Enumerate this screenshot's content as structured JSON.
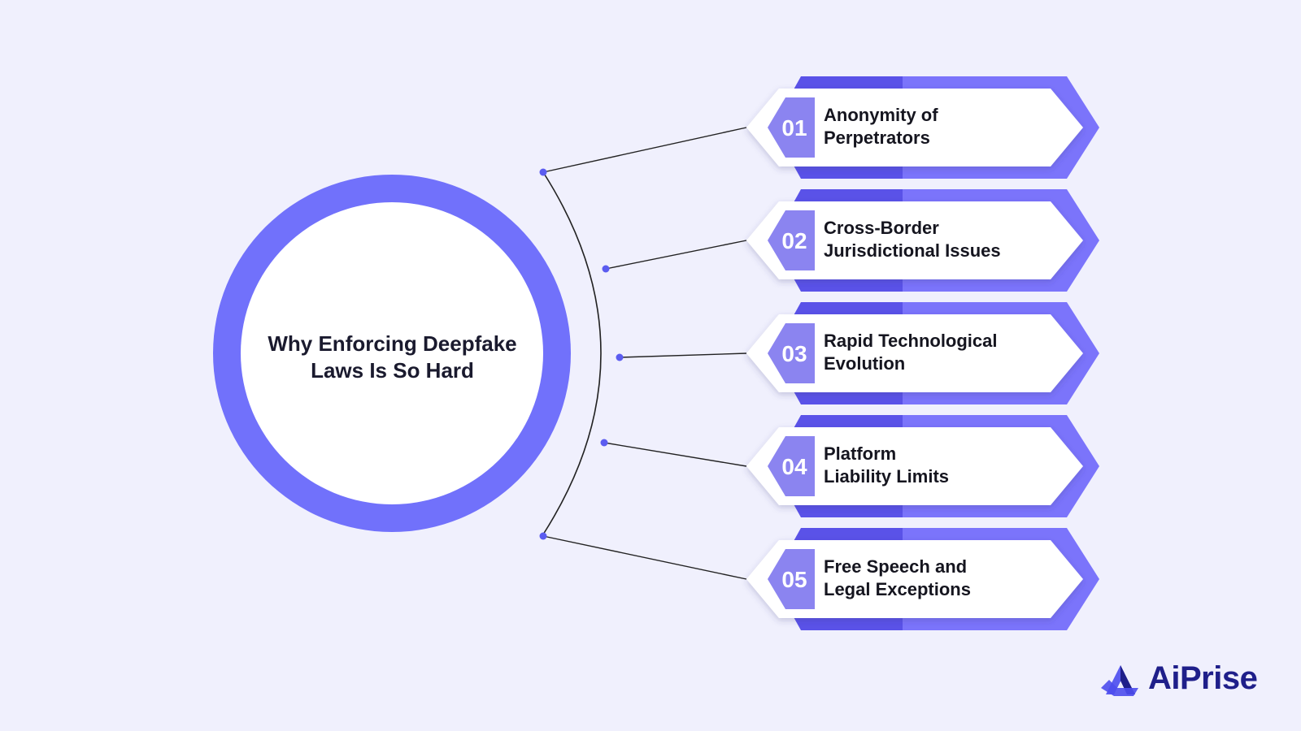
{
  "title": [
    "Why Enforcing Deepfake",
    "Laws Is So Hard"
  ],
  "items": [
    {
      "number": "01",
      "lines": [
        "Anonymity of",
        "Perpetrators"
      ]
    },
    {
      "number": "02",
      "lines": [
        "Cross-Border",
        "Jurisdictional Issues"
      ]
    },
    {
      "number": "03",
      "lines": [
        "Rapid Technological",
        "Evolution"
      ]
    },
    {
      "number": "04",
      "lines": [
        "Platform",
        "Liability Limits"
      ]
    },
    {
      "number": "05",
      "lines": [
        "Free Speech and",
        "Legal Exceptions"
      ]
    }
  ],
  "brand": {
    "name": "AiPrise",
    "icon": "aiprise-logo-icon"
  },
  "colors": {
    "background": "#f0f0fd",
    "ring": "#7171fb",
    "badge": "#8b84f0",
    "frame_back": "#5a52e8",
    "frame_front": "#7b74fb",
    "text": "#15151f",
    "logo": "#1f1f8a"
  }
}
